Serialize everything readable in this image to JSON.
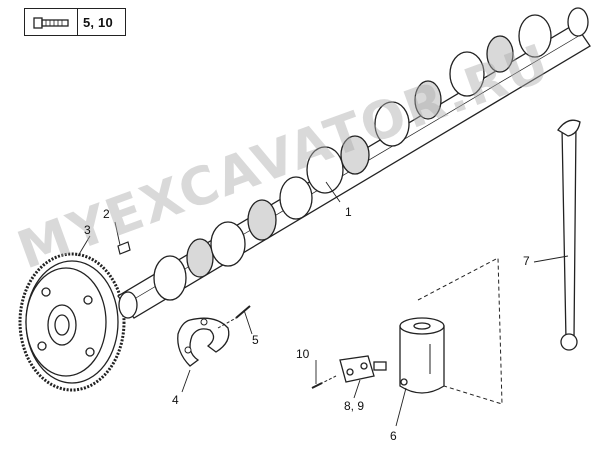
{
  "legend": {
    "icon": "bolt-icon",
    "text": "5, 10"
  },
  "watermark": "MYEXCAVATOR.RU",
  "callouts": {
    "c1": "1",
    "c2": "2",
    "c3": "3",
    "c4": "4",
    "c5": "5",
    "c6": "6",
    "c7": "7",
    "c89": "8, 9",
    "c10": "10"
  },
  "colors": {
    "line": "#222222",
    "fill": "#ffffff",
    "shade": "#bfbfbf",
    "watermark": "#aaaaaa"
  }
}
